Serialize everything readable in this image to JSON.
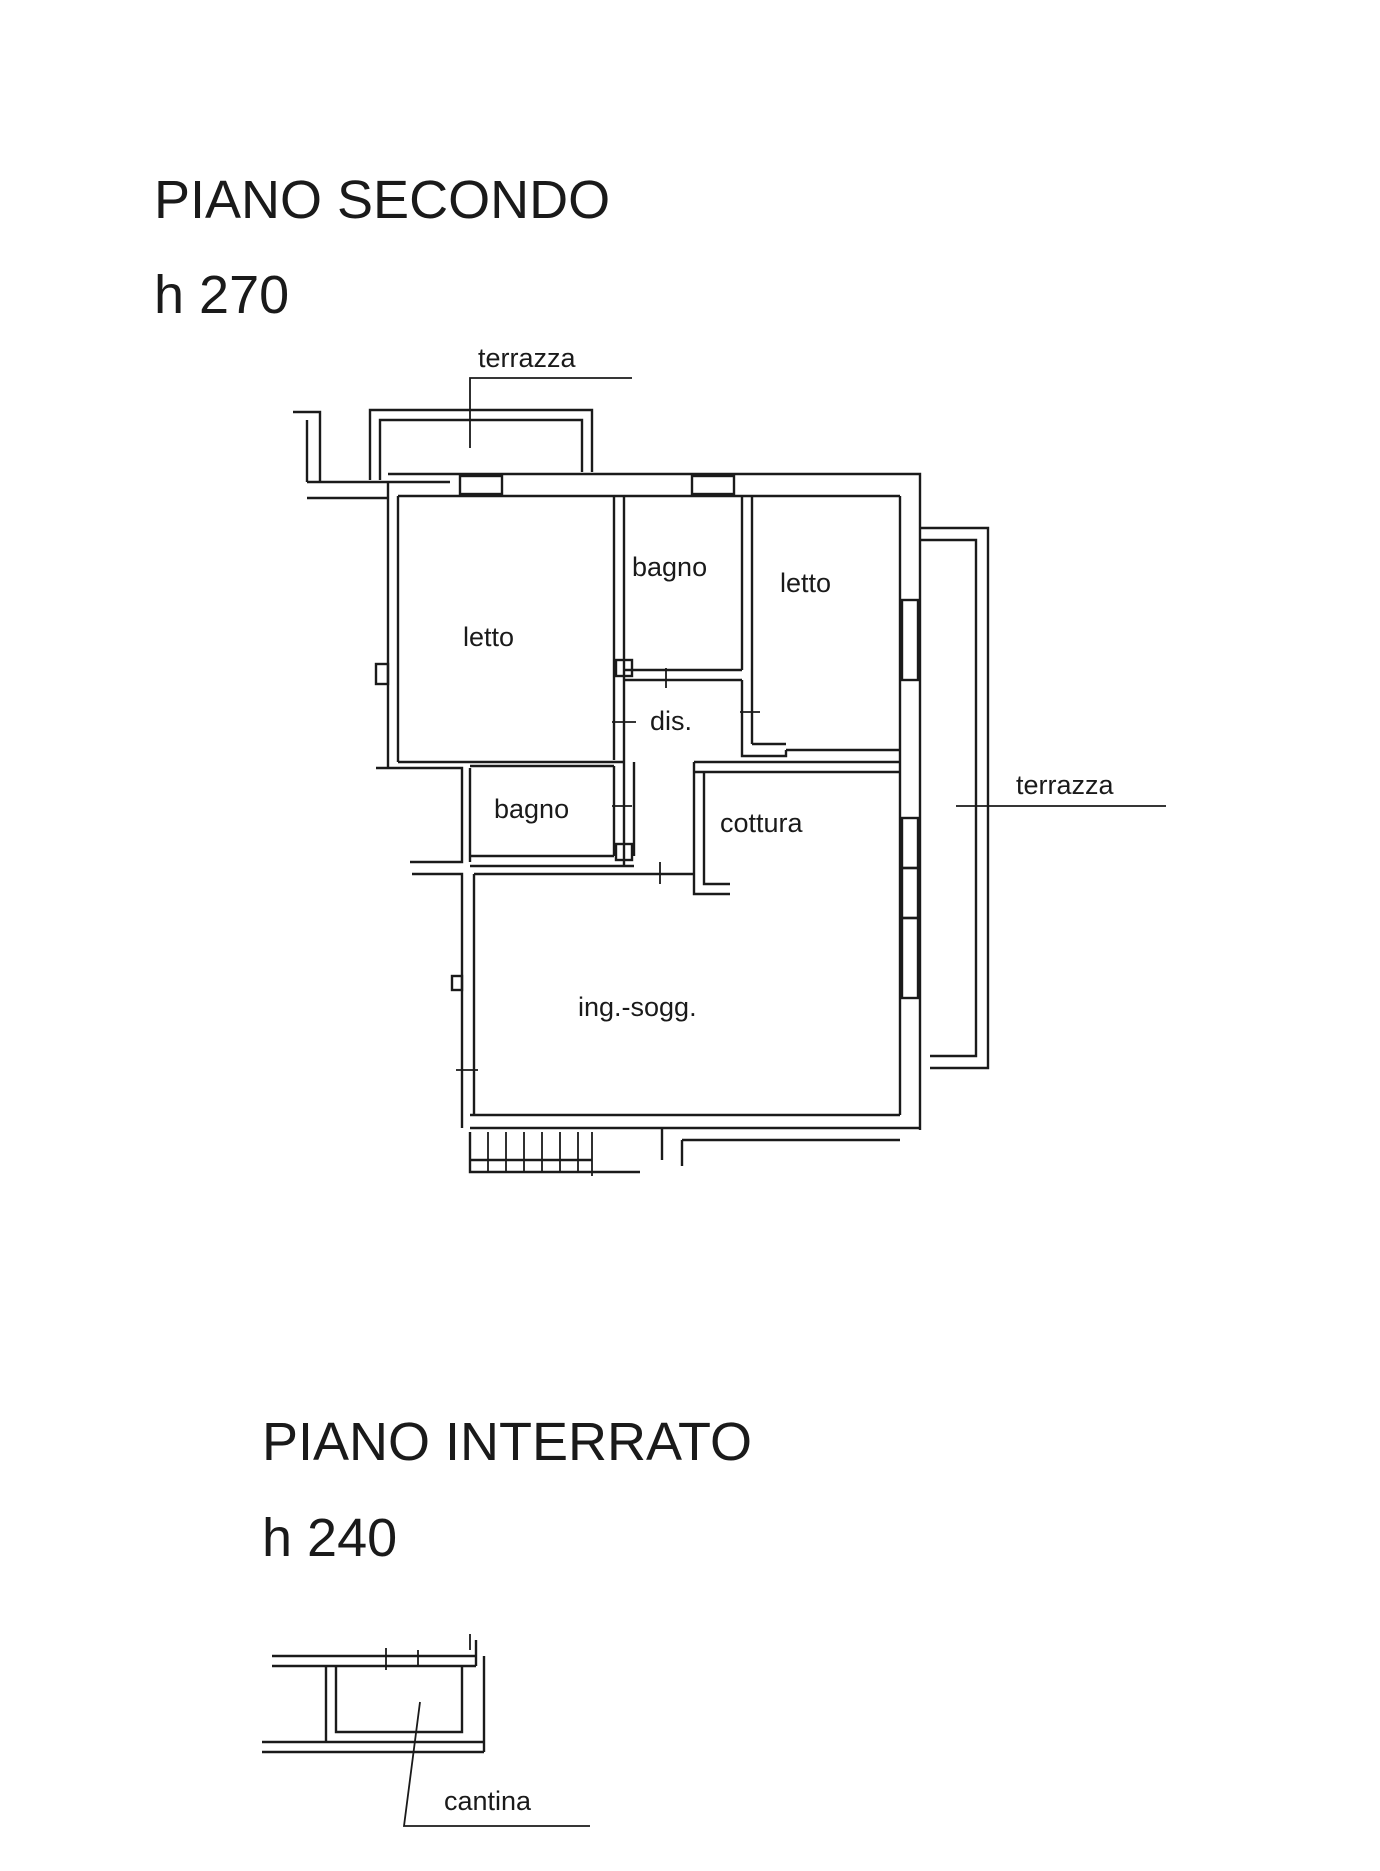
{
  "floors": {
    "second": {
      "title": "PIANO SECONDO",
      "height": "h 270"
    },
    "basement": {
      "title": "PIANO INTERRATO",
      "height": "h 240"
    }
  },
  "rooms": {
    "terrazza_top": "terrazza",
    "letto_left": "letto",
    "bagno_top": "bagno",
    "letto_right": "letto",
    "dis": "dis.",
    "terrazza_right": "terrazza",
    "bagno_mid": "bagno",
    "cottura": "cottura",
    "ing_sogg": "ing.-sogg.",
    "cantina": "cantina"
  }
}
